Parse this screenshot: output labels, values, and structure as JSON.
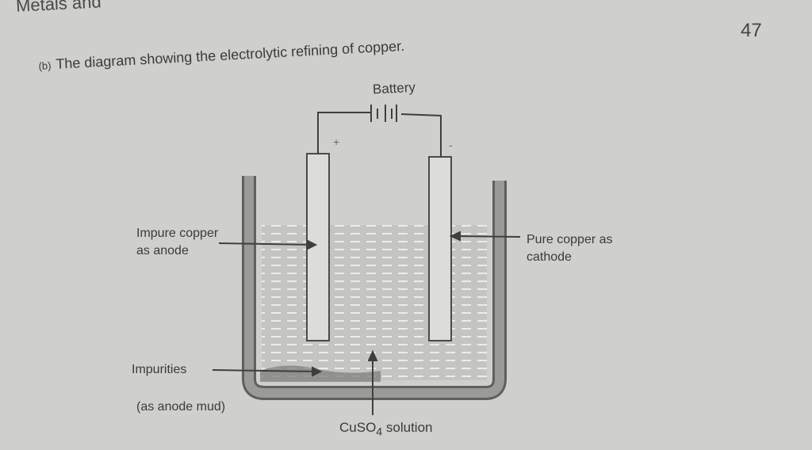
{
  "page": {
    "header_text": "Metals and",
    "page_number": "47"
  },
  "figure": {
    "question_marker": "(b)",
    "caption": "The diagram showing the electrolytic refining of copper.",
    "battery_label": "Battery",
    "plus_sign": "+",
    "minus_sign": "-",
    "anode_label": "Impure copper as anode",
    "cathode_label": "Pure copper as cathode",
    "impurities_label": "Impurities",
    "anode_mud_label": "(as anode mud)",
    "solution_label_main": "CuSO",
    "solution_label_sub": "4",
    "solution_label_tail": " solution"
  },
  "colors": {
    "paper": "#cfcfcc",
    "ink": "#3b3b3b",
    "tank_wall": "#8c8c8a",
    "solution": "#c4c4c2",
    "dash": "#e6e6e4",
    "mud": "#7a7a78"
  }
}
